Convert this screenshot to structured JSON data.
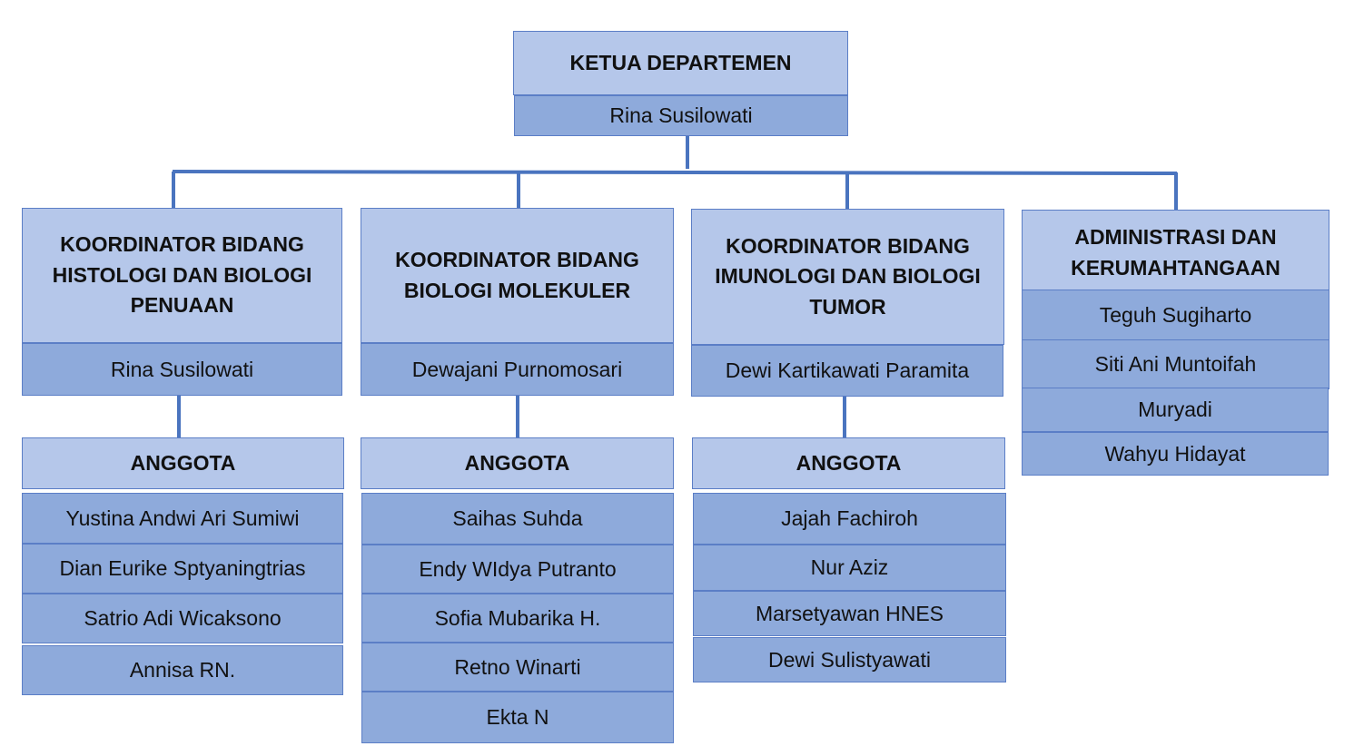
{
  "top": {
    "title": "KETUA DEPARTEMEN",
    "name": "Rina Susilowati"
  },
  "units": [
    {
      "title": "KOORDINATOR BIDANG HISTOLOGI DAN BIOLOGI PENUAAN",
      "coordinator": "Rina Susilowati",
      "members_label": "ANGGOTA",
      "members": [
        "Yustina Andwi Ari Sumiwi",
        "Dian Eurike Sptyaningtrias",
        "Satrio Adi Wicaksono",
        "Annisa RN."
      ]
    },
    {
      "title": "KOORDINATOR BIDANG BIOLOGI MOLEKULER",
      "coordinator": "Dewajani Purnomosari",
      "members_label": "ANGGOTA",
      "members": [
        "Saihas Suhda",
        "Endy WIdya Putranto",
        "Sofia Mubarika H.",
        "Retno Winarti",
        "Ekta N"
      ]
    },
    {
      "title": "KOORDINATOR BIDANG IMUNOLOGI DAN BIOLOGI TUMOR",
      "coordinator": "Dewi Kartikawati Paramita",
      "members_label": "ANGGOTA",
      "members": [
        "Jajah Fachiroh",
        "Nur Aziz",
        "Marsetyawan HNES",
        "Dewi Sulistyawati"
      ]
    },
    {
      "title": "ADMINISTRASI DAN KERUMAHTANGAAN",
      "members": [
        "Teguh Sugiharto",
        "Siti Ani Muntoifah",
        "Muryadi",
        "Wahyu Hidayat"
      ]
    }
  ]
}
